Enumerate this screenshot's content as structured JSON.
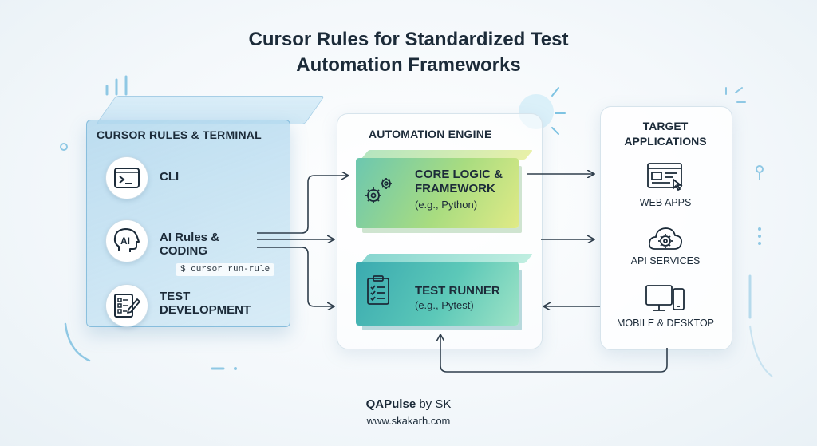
{
  "title": {
    "line1": "Cursor Rules for Standardized Test",
    "line2": "Automation Frameworks"
  },
  "left": {
    "heading": "CURSOR RULES & TERMINAL",
    "items": [
      {
        "icon": "terminal-icon",
        "label": "CLI"
      },
      {
        "icon": "ai-head-icon",
        "icon_text": "AI",
        "label_line1": "AI Rules &",
        "label_line2": "CODING"
      },
      {
        "icon": "checklist-pencil-icon",
        "label_line1": "TEST",
        "label_line2": "DEVELOPMENT"
      }
    ],
    "command": "$ cursor run-rule"
  },
  "middle": {
    "heading": "AUTOMATION ENGINE",
    "core": {
      "line1": "CORE LOGIC &",
      "line2": "FRAMEWORK",
      "sub": "(e.g., Python)"
    },
    "runner": {
      "title": "TEST RUNNER",
      "sub": "(e.g., Pytest)"
    }
  },
  "right": {
    "heading_line1": "TARGET",
    "heading_line2": "APPLICATIONS",
    "items": [
      "WEB APPS",
      "API SERVICES",
      "MOBILE & DESKTOP"
    ]
  },
  "footer": {
    "brand": "QAPulse",
    "by": " by SK",
    "url": "www.skakarh.com"
  },
  "colors": {
    "title": "#1c2b39",
    "core_gradient": [
      "#6cc7b0",
      "#e0ea86"
    ],
    "runner_gradient": [
      "#3aaab0",
      "#9ee3c6"
    ],
    "arrow": "#2f3e4c"
  }
}
